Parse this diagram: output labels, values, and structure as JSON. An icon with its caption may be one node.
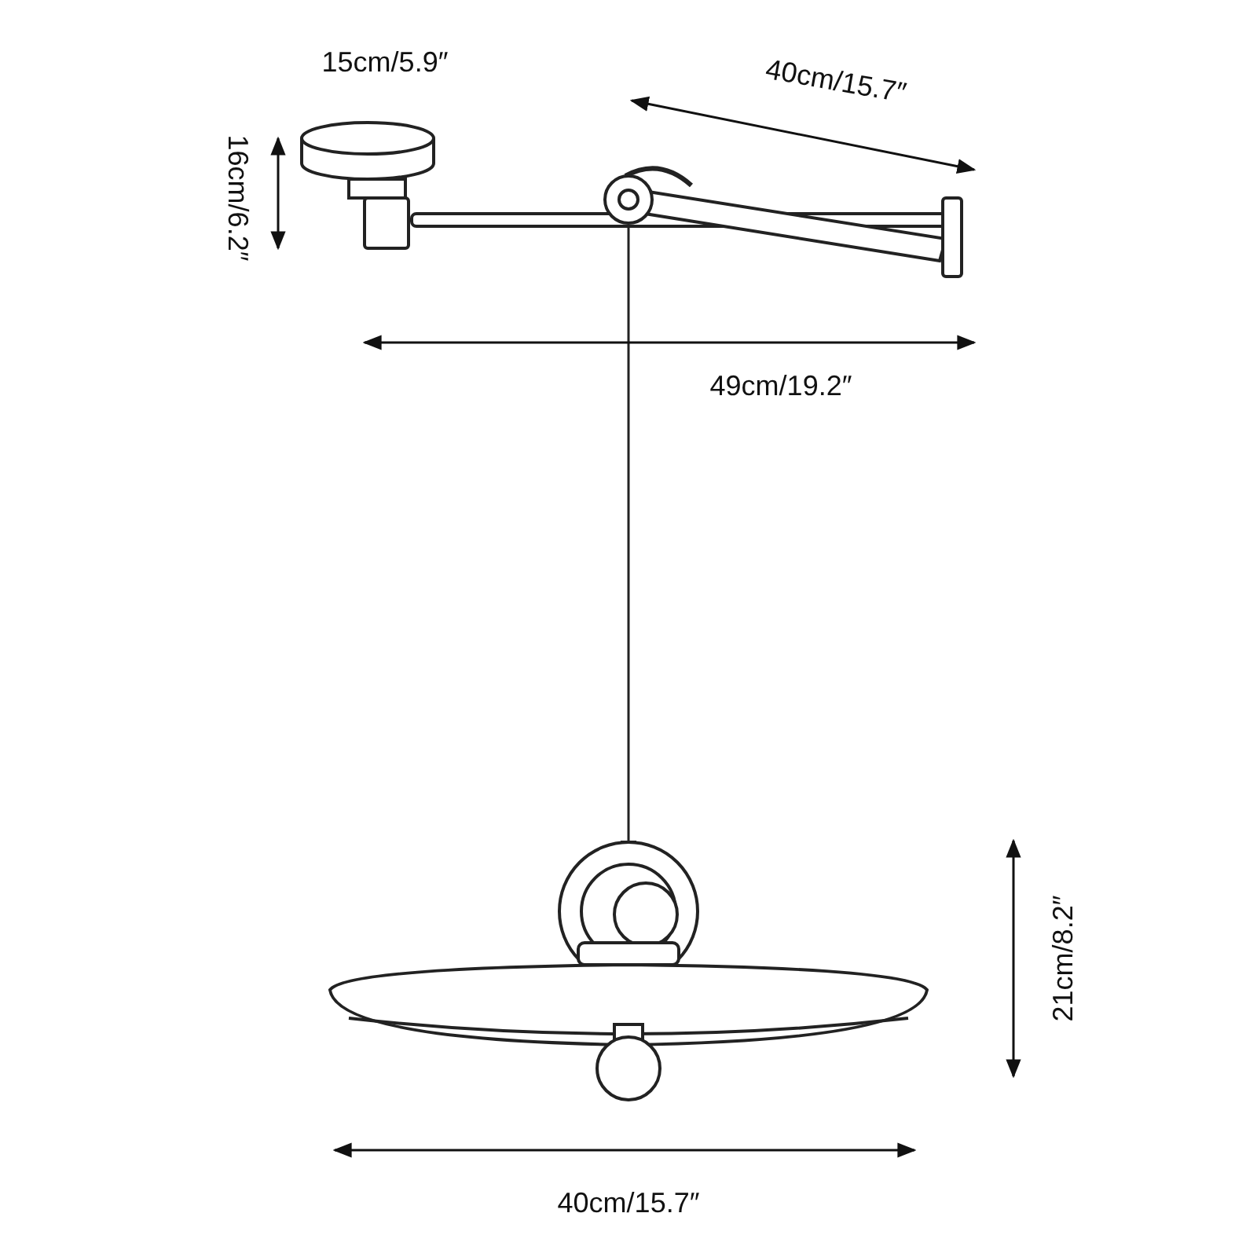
{
  "diagram": {
    "labels": [
      "15cm/5.9″",
      "16cm/6.2″",
      "40cm/15.7″",
      "49cm/19.2″",
      "21cm/8.2″",
      "40cm/15.7″"
    ]
  }
}
